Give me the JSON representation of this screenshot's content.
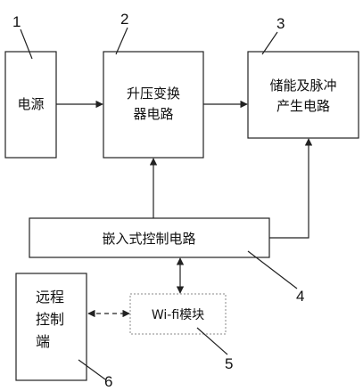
{
  "blocks": {
    "power": {
      "number": "1",
      "label": "电源"
    },
    "boost": {
      "number": "2",
      "line1": "升压变换",
      "line2": "器电路"
    },
    "storage": {
      "number": "3",
      "line1": "储能及脉冲",
      "line2": "产生电路"
    },
    "embedded": {
      "number": "4",
      "label": "嵌入式控制电路"
    },
    "wifi": {
      "number": "5",
      "label": "Wi-fi模块"
    },
    "remote": {
      "number": "6",
      "line1": "远程",
      "line2": "控制",
      "line3": "端"
    }
  },
  "colors": {
    "stroke": "#222222",
    "dashed": "#888888",
    "background": "#ffffff"
  }
}
